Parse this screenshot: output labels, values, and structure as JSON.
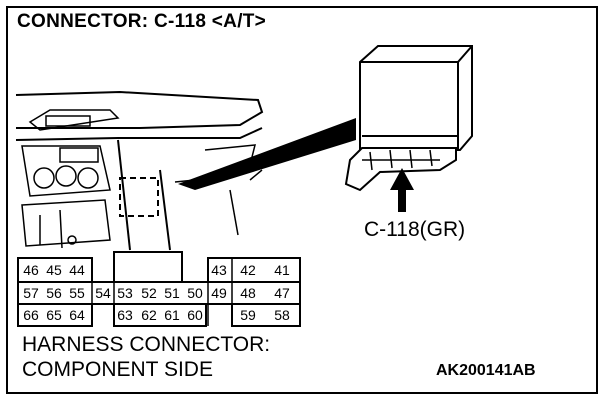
{
  "title": "CONNECTOR: C-118 <A/T>",
  "connector_label": "C-118(GR)",
  "harness_label_line1": "HARNESS CONNECTOR:",
  "harness_label_line2": "COMPONENT SIDE",
  "figure_code": "AK200141AB",
  "pins": {
    "r1": [
      "46",
      "45",
      "44",
      "43",
      "42",
      "41"
    ],
    "r2": [
      "57",
      "56",
      "55",
      "54",
      "53",
      "52",
      "51",
      "50",
      "49",
      "48",
      "47"
    ],
    "r3": [
      "66",
      "65",
      "64",
      "63",
      "62",
      "61",
      "60",
      "59",
      "58"
    ]
  }
}
